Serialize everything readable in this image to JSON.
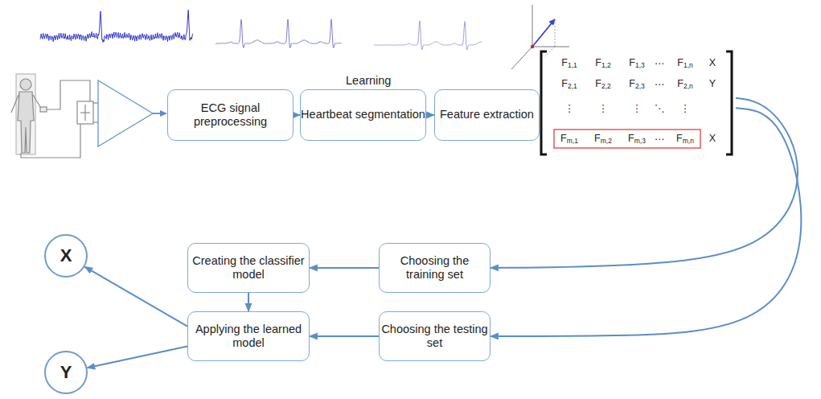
{
  "diagram": {
    "nodes": [
      {
        "text": [
          "ECG signal preprocessing"
        ]
      },
      {
        "text": [
          "Heartbeat segmentation"
        ]
      },
      {
        "text": [
          "Feature extraction"
        ]
      },
      {
        "text": [
          "F1,1",
          "F1,2",
          "F1,3",
          "⋯",
          "F1,n",
          "X",
          "F2,1",
          "F2,2",
          "F2,3",
          "⋯",
          "F2,n",
          "Y",
          "⋮",
          "⋮",
          "⋮",
          "⋱",
          "⋮",
          "Fm,1",
          "Fm,2",
          "Fm,3",
          "⋯",
          "Fm,n",
          "X"
        ]
      },
      {
        "text": [
          "Creating the classifier model"
        ]
      },
      {
        "text": [
          "Choosing the training set"
        ]
      },
      {
        "text": [
          "Applying the learned model"
        ]
      },
      {
        "text": [
          "Choosing the testing set"
        ]
      },
      {
        "text": [
          "X"
        ]
      },
      {
        "text": [
          "Y"
        ]
      }
    ],
    "edges": [
      {
        "from": 0,
        "to": 1,
        "arrow": "to"
      },
      {
        "from": 1,
        "to": 2,
        "arrow": "to"
      },
      {
        "from": 3,
        "to": 5,
        "arrow": "to"
      },
      {
        "from": 3,
        "to": 7,
        "arrow": "to"
      },
      {
        "from": 5,
        "to": 4,
        "arrow": "to"
      },
      {
        "from": 4,
        "to": 6,
        "arrow": "to"
      },
      {
        "from": 7,
        "to": 6,
        "arrow": "to"
      },
      {
        "from": 6,
        "to": 8,
        "arrow": "to"
      },
      {
        "from": 6,
        "to": 9,
        "arrow": "to"
      }
    ],
    "labels": [
      "Learning"
    ]
  }
}
